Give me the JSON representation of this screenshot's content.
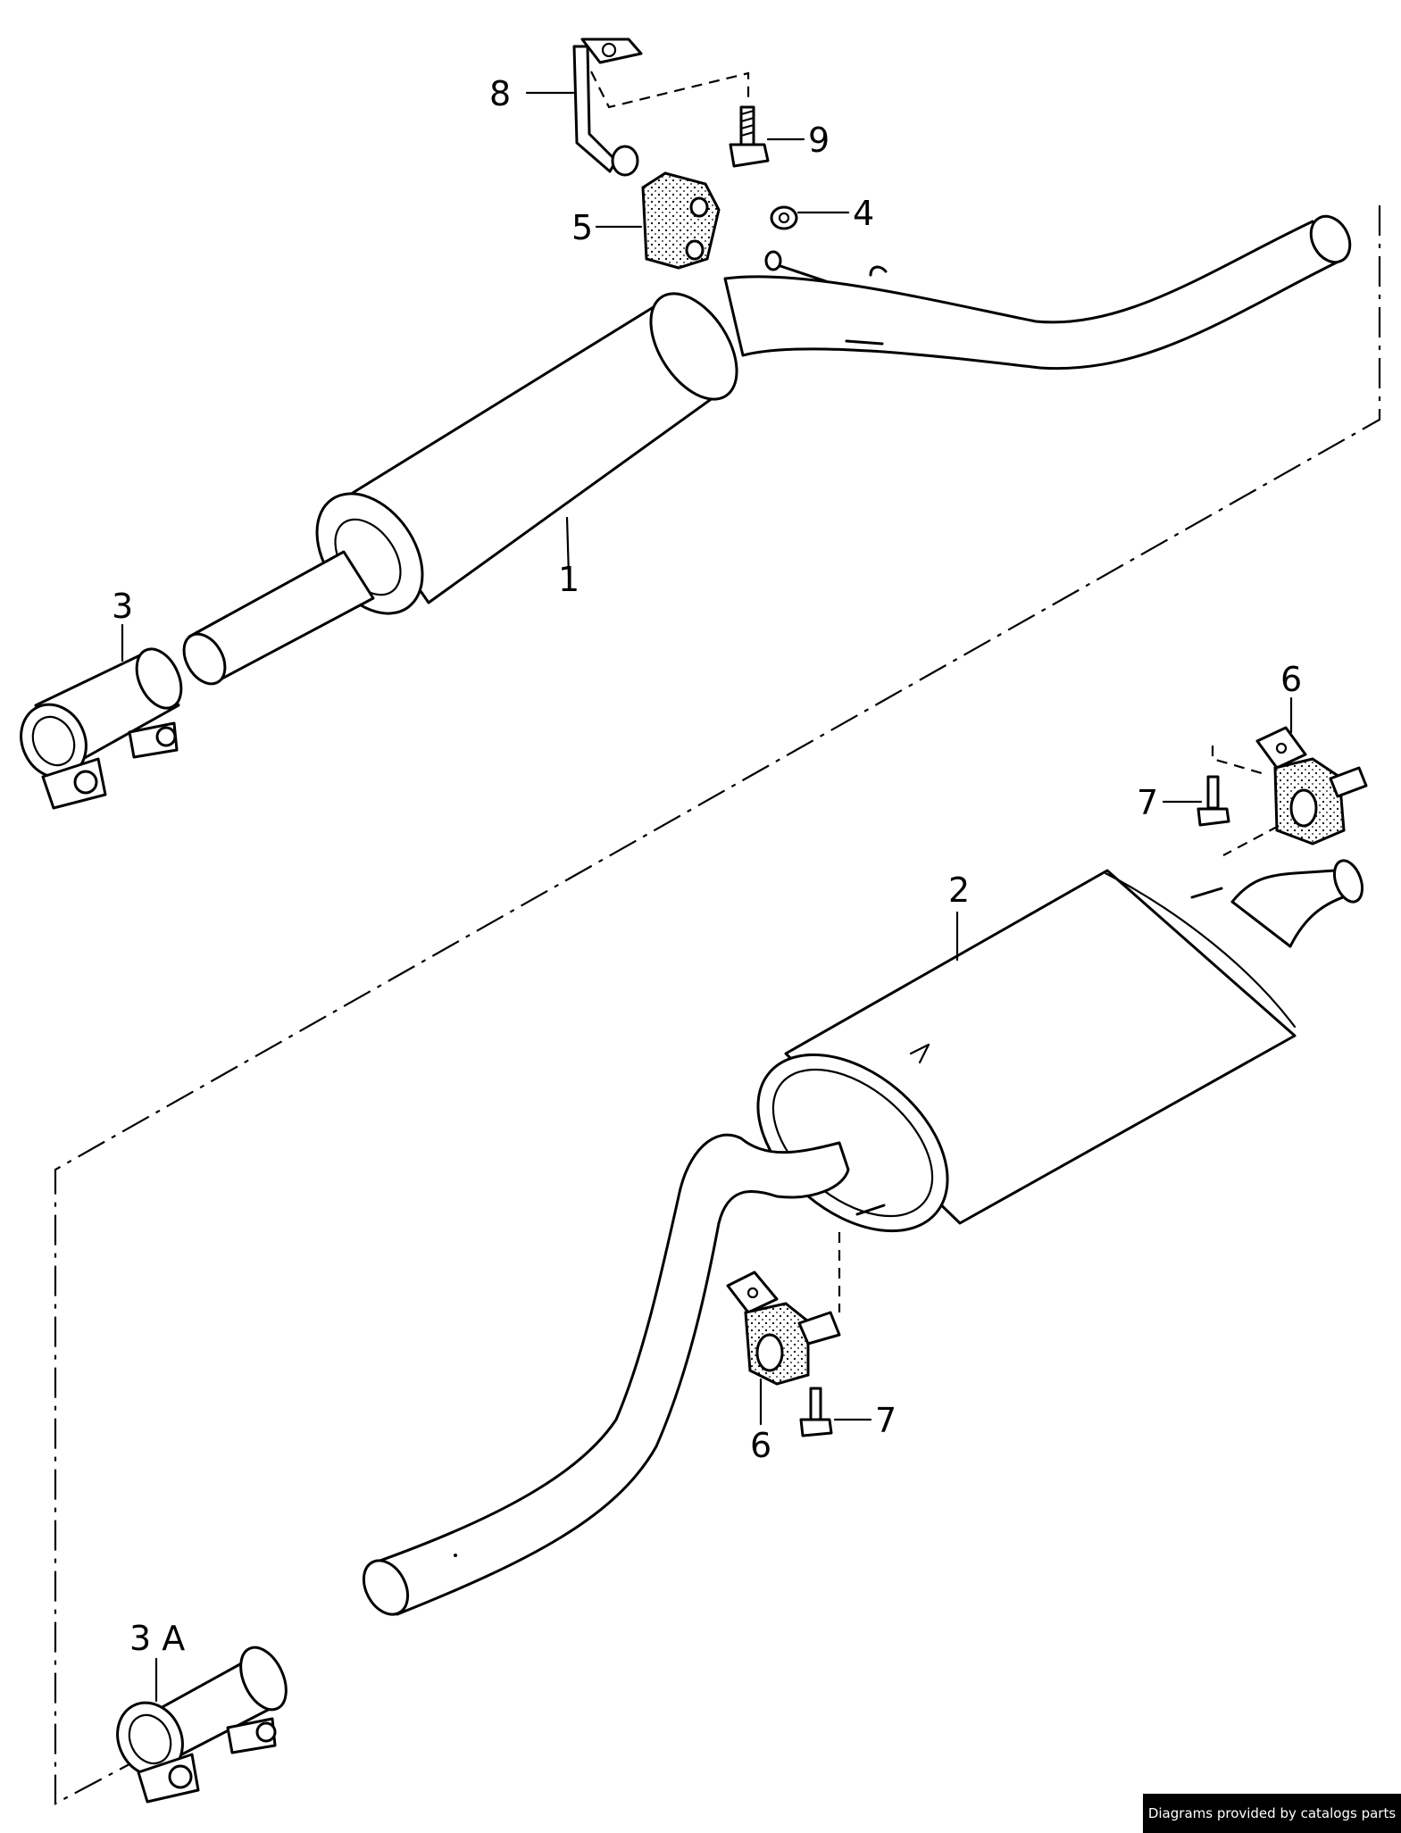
{
  "labels": {
    "part_1": "1",
    "part_2": "2",
    "part_3": "3",
    "part_3a": "3 A",
    "part_4": "4",
    "part_5": "5",
    "part_6_upper": "6",
    "part_6_lower": "6",
    "part_7_upper": "7",
    "part_7_lower": "7",
    "part_8": "8",
    "part_9": "9"
  },
  "credit": "Diagrams provided by catalogs parts",
  "colors": {
    "ink": "#000000",
    "paper": "#ffffff"
  }
}
